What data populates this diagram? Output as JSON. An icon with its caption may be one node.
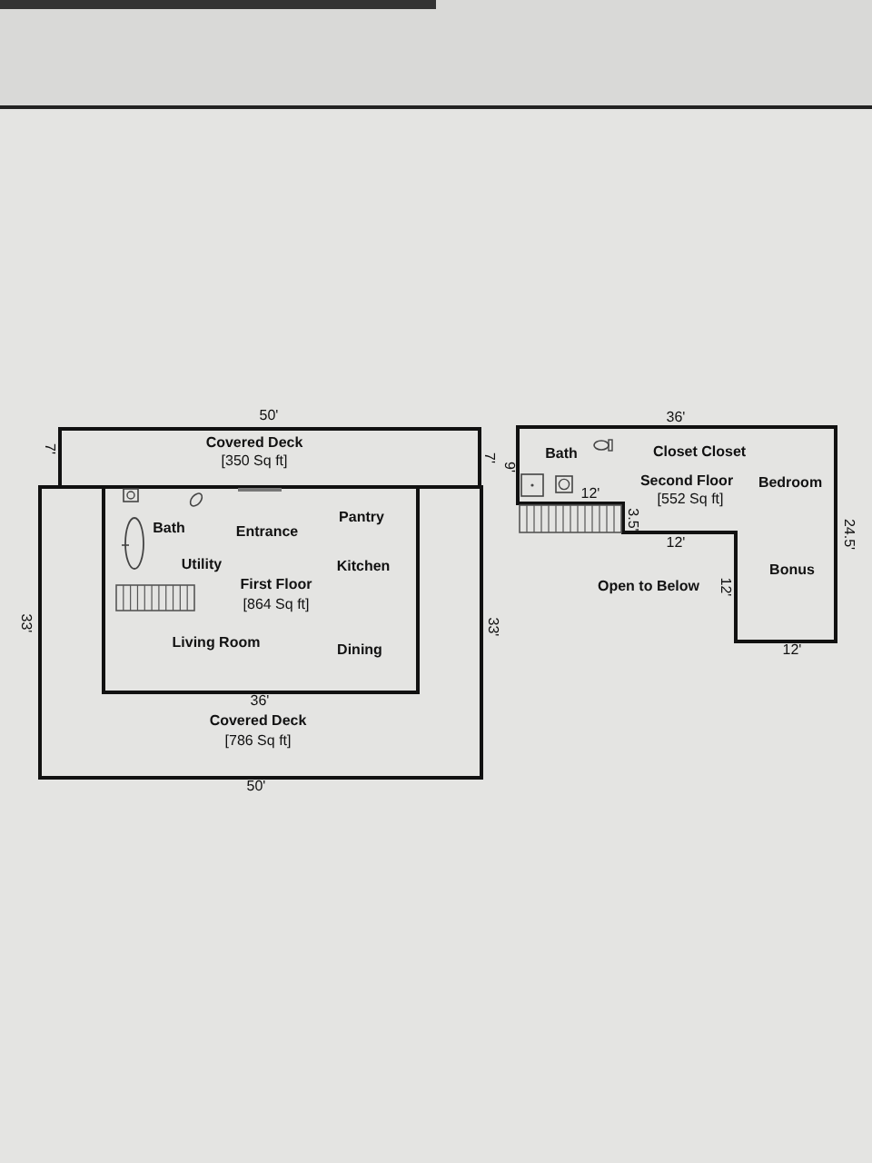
{
  "diagram": {
    "nodes": [
      {
        "text": [
          "Covered Deck",
          "[350 Sq ft]"
        ]
      },
      {
        "text": [
          "Covered Deck",
          "[786 Sq ft]"
        ]
      },
      {
        "text": [
          "First Floor",
          "[864 Sq ft]"
        ],
        "in": 1
      },
      {
        "text": [
          "Second Floor",
          "[552 Sq ft]"
        ]
      }
    ],
    "labels": [
      "50'",
      "7'",
      "7'",
      "Bath",
      "Entrance",
      "Pantry",
      "Utility",
      "Kitchen",
      "33'",
      "33'",
      "Living Room",
      "Dining",
      "36'",
      "50'",
      "36'",
      "9'",
      "Bath",
      "Closet Closet",
      "Bedroom",
      "12'",
      "3.5'",
      "12'",
      "24.5'",
      "Bonus",
      "Open to Below",
      "12'",
      "12'"
    ]
  }
}
